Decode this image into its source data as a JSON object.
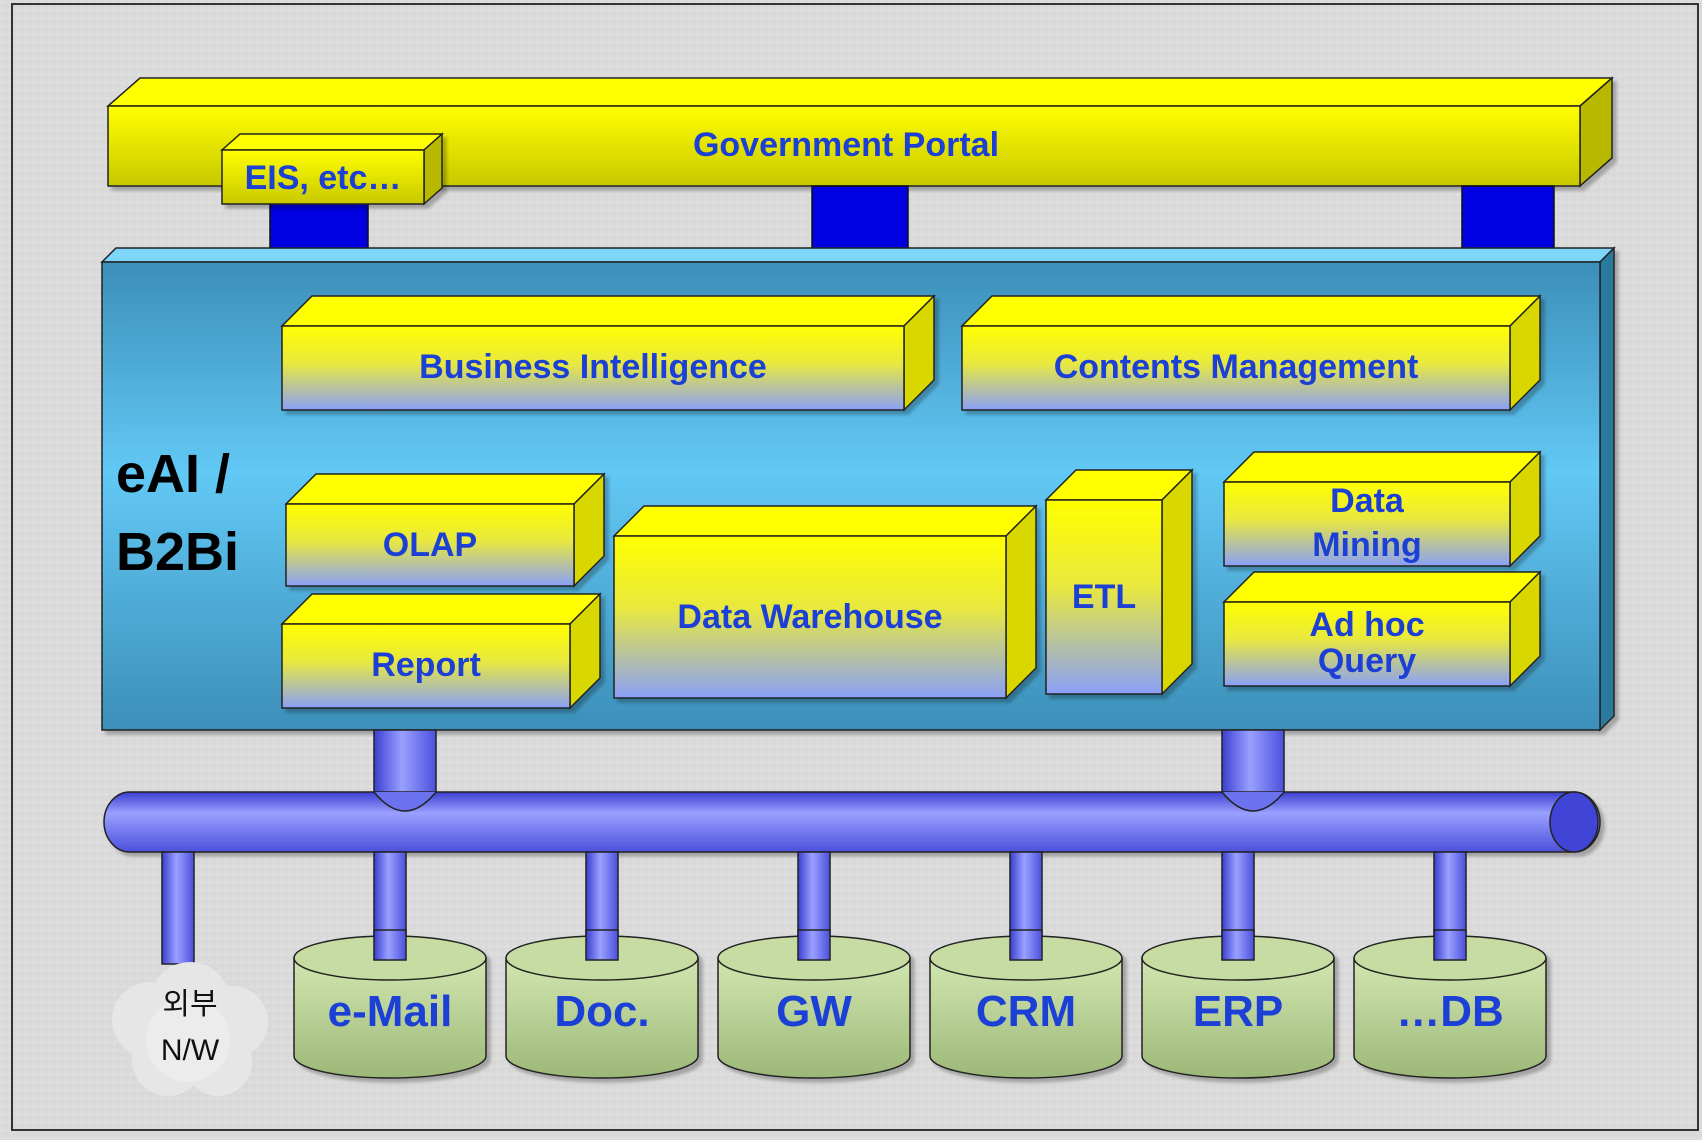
{
  "colors": {
    "yellow_top": "#ffff00",
    "yellow_face_top": "#f5f00a",
    "face_blue": "#8a9cf5",
    "platform": "#5cc4f0",
    "connector": "#0000e0",
    "pipe": "#6b72ee",
    "db_fill": "#bcd49a",
    "label_blue": "#1c3fd6"
  },
  "portal": {
    "label": "Government Portal",
    "eis_label": "EIS, etc…"
  },
  "platform": {
    "line1": "eAI /",
    "line2": "B2Bi"
  },
  "modules": {
    "bi": "Business Intelligence",
    "cm": "Contents Management",
    "olap": "OLAP",
    "report": "Report",
    "dw": "Data Warehouse",
    "etl": "ETL",
    "dm_line1": "Data",
    "dm_line2": "Mining",
    "adhoc_line1": "Ad hoc",
    "adhoc_line2": "Query"
  },
  "external": {
    "line1": "외부",
    "line2": "N/W"
  },
  "databases": [
    "e-Mail",
    "Doc.",
    "GW",
    "CRM",
    "ERP",
    "…DB"
  ]
}
